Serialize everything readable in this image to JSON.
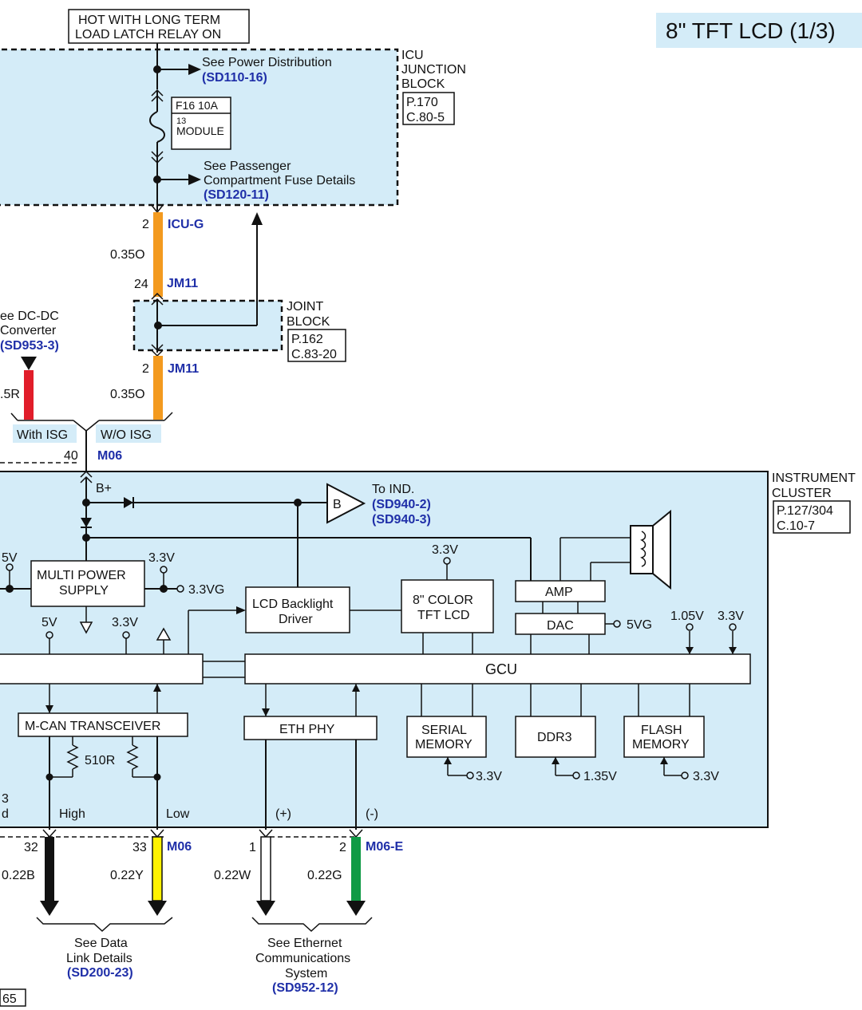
{
  "title": "8\" TFT LCD (1/3)",
  "page_number": "65",
  "colors": {
    "panel_fill": "#d4ecf8",
    "ref_blue": "#1f2fa8",
    "wire_orange": "#f39a1f",
    "wire_red": "#e11d2a",
    "wire_black": "#111111",
    "wire_yellow": "#fff200",
    "wire_white": "#ffffff",
    "wire_green": "#0f9a45"
  },
  "top_note": {
    "line1": "HOT WITH LONG TERM",
    "line2": "LOAD LATCH RELAY ON"
  },
  "icu_junction_block": {
    "name_lines": [
      "ICU",
      "JUNCTION",
      "BLOCK"
    ],
    "ref_page": "P.170",
    "ref_conn": "C.80-5",
    "fuse": {
      "rating": "F16 10A",
      "number": "13",
      "name": "MODULE"
    },
    "power_ref": {
      "text": "See Power Distribution",
      "code": "(SD110-16)"
    },
    "fuse_ref": {
      "line1": "See Passenger",
      "line2": "Compartment Fuse Details",
      "code": "(SD120-11)"
    }
  },
  "connectors": {
    "icu_g": {
      "pin": "2",
      "name": "ICU-G"
    },
    "jm11_top": {
      "pin": "24",
      "name": "JM11"
    },
    "jm11_bottom": {
      "pin": "2",
      "name": "JM11"
    },
    "m06": {
      "pin": "40",
      "name": "M06"
    },
    "m06_low": {
      "pin": "33",
      "name": "M06"
    },
    "m06_high_pin": "32",
    "m06_e": {
      "pin_pos": "1",
      "pin_neg": "2",
      "name": "M06-E"
    }
  },
  "wire_specs": {
    "orange_upper": "0.35O",
    "orange_lower": "0.35O",
    "red": ".5R",
    "black": "0.22B",
    "yellow": "0.22Y",
    "white": "0.22W",
    "green": "0.22G"
  },
  "joint_block": {
    "name_lines": [
      "JOINT",
      "BLOCK"
    ],
    "ref_page": "P.162",
    "ref_conn": "C.83-20"
  },
  "dc_dc_ref": {
    "line1": "ee DC-DC",
    "line2": "Converter",
    "code": "(SD953-3)"
  },
  "options": {
    "with_isg": "With ISG",
    "without_isg": "W/O ISG"
  },
  "instrument_cluster": {
    "name_lines": [
      "INSTRUMENT",
      "CLUSTER"
    ],
    "ref_page": "P.127/304",
    "ref_conn": "C.10-7",
    "bplus": "B+",
    "to_ind": {
      "text": "To IND.",
      "code1": "(SD940-2)",
      "code2": "(SD940-3)"
    },
    "buffer_label": "B",
    "multi_power_supply": [
      "MULTI POWER",
      "SUPPLY"
    ],
    "lcd_backlight": [
      "LCD Backlight",
      "Driver"
    ],
    "tft_lcd": [
      "8\" COLOR",
      "TFT LCD"
    ],
    "amp": "AMP",
    "dac": "DAC",
    "gcu": "GCU",
    "mcan": "M-CAN TRANSCEIVER",
    "eth_phy": "ETH PHY",
    "serial_memory": [
      "SERIAL",
      "MEMORY"
    ],
    "ddr3": "DDR3",
    "flash_memory": [
      "FLASH",
      "MEMORY"
    ],
    "resistor": "510R",
    "high": "High",
    "low": "Low",
    "plus": "(+)",
    "minus": "(-)",
    "left_fragment": [
      "3",
      "d"
    ],
    "voltages": {
      "v5_left": "5V",
      "v33_mps_top": "3.3V",
      "v33vg": "3.3VG",
      "v5_bottom": "5V",
      "v33_bottom": "3.3V",
      "v33_tft": "3.3V",
      "v5vg": "5VG",
      "v105": "1.05V",
      "v33_gcu": "3.3V",
      "v33_serial": "3.3V",
      "v135_ddr": "1.35V",
      "v33_flash": "3.3V"
    }
  },
  "bottom_refs": {
    "data_link": {
      "line1": "See Data",
      "line2": "Link Details",
      "code": "(SD200-23)"
    },
    "ethernet": {
      "line1": "See Ethernet",
      "line2": "Communications",
      "line3": "System",
      "code": "(SD952-12)"
    }
  }
}
